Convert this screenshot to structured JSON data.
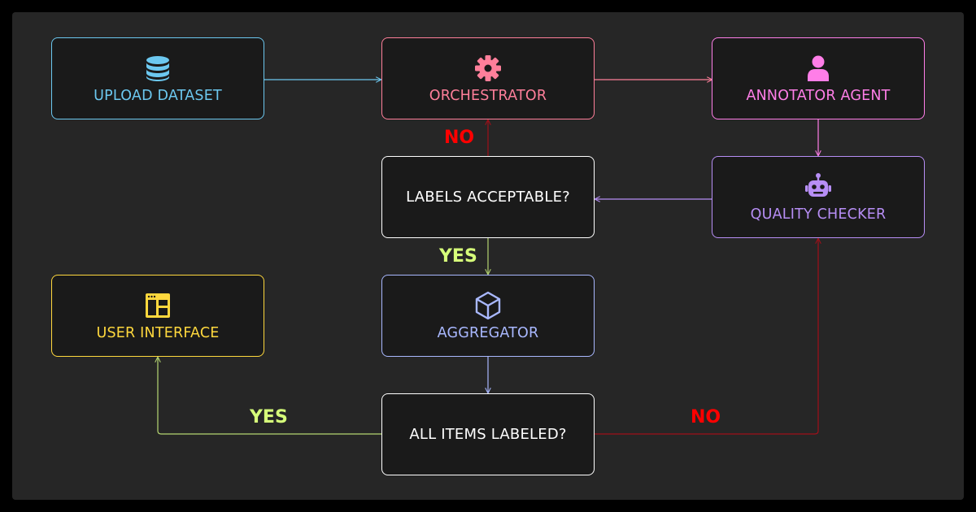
{
  "colors": {
    "upload": "#6cc8f0",
    "orchestrator": "#ff7f9a",
    "annotator": "#ff7ee8",
    "quality": "#b78ef5",
    "aggregator": "#a9b8ff",
    "ui": "#ffd83d",
    "decision": "#ffffff",
    "yes": "#d6ff7a",
    "no": "#ff0000",
    "no_line": "#a0101a",
    "yes_line": "#b5d572"
  },
  "nodes": {
    "upload": {
      "label": "UPLOAD DATASET",
      "icon": "database-icon"
    },
    "orchestrator": {
      "label": "ORCHESTRATOR",
      "icon": "gear-icon"
    },
    "annotator": {
      "label": "ANNOTATOR AGENT",
      "icon": "user-icon"
    },
    "quality": {
      "label": "QUALITY CHECKER",
      "icon": "robot-icon"
    },
    "labels_check": {
      "label": "LABELS ACCEPTABLE?"
    },
    "aggregator": {
      "label": "AGGREGATOR",
      "icon": "cube-icon"
    },
    "ui": {
      "label": "USER INTERFACE",
      "icon": "layout-icon"
    },
    "items_check": {
      "label": "ALL ITEMS LABELED?"
    }
  },
  "edges": {
    "labels_no": "NO",
    "labels_yes": "YES",
    "items_yes": "YES",
    "items_no": "NO"
  }
}
